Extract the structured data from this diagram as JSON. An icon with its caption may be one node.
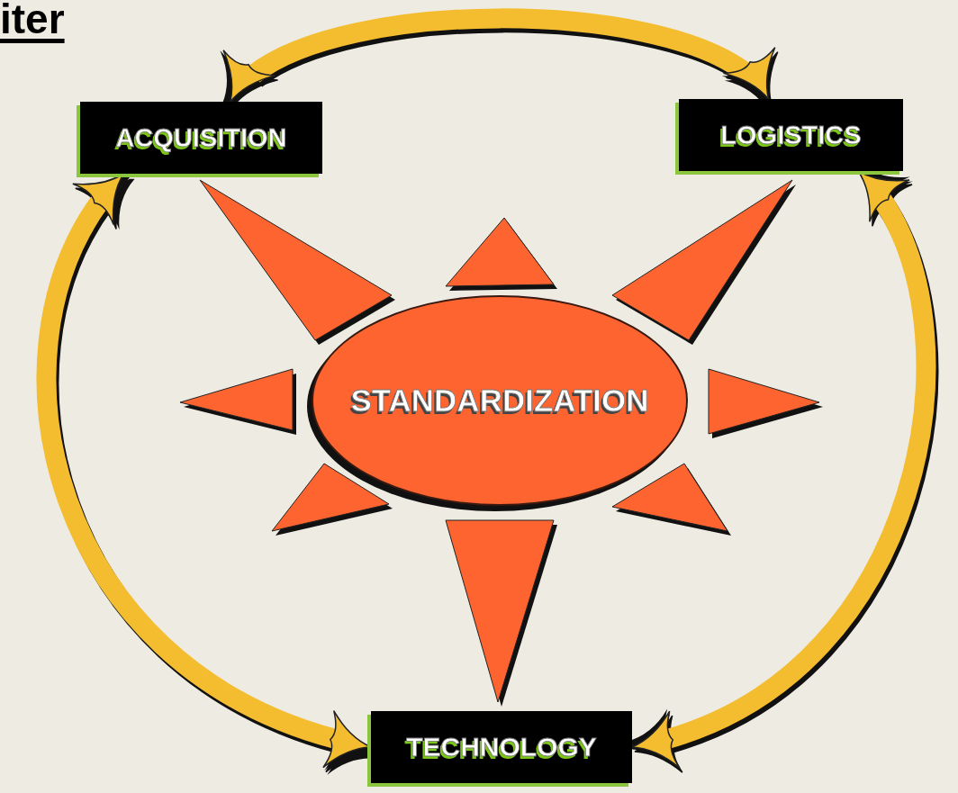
{
  "diagram": {
    "title": "iter",
    "nodes": [
      {
        "text": [
          "ACQUISITION"
        ]
      },
      {
        "text": [
          "LOGISTICS"
        ]
      },
      {
        "text": [
          "STANDARDIZATION"
        ]
      },
      {
        "text": [
          "TECHNOLOGY"
        ]
      }
    ],
    "edges": [
      {
        "from": 0,
        "to": 1,
        "arrow": "both"
      },
      {
        "from": 0,
        "to": 3,
        "arrow": "both"
      },
      {
        "from": 1,
        "to": 3,
        "arrow": "both"
      }
    ]
  }
}
